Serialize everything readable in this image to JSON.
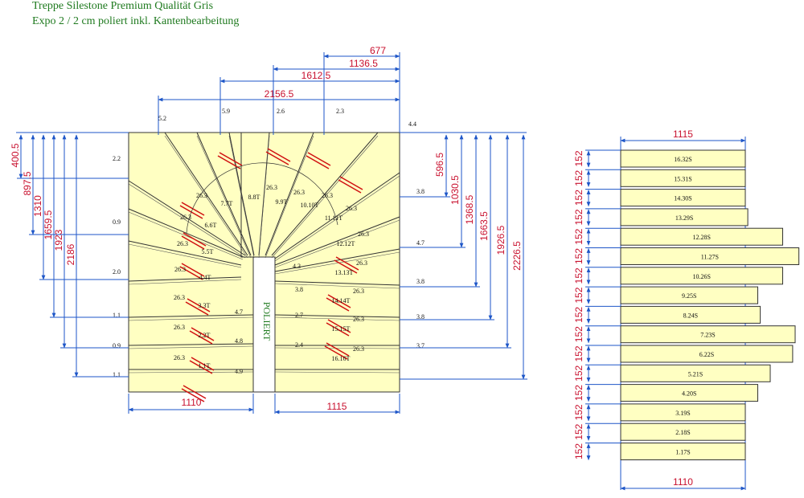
{
  "header": {
    "line1": "Treppe Silestone Premium Qualität Gris",
    "line2": "Expo 2 / 2 cm poliert inkl. Kantenbearbeitung"
  },
  "colors": {
    "title": "#1f7a1f",
    "dimension_text": "#c8102e",
    "dimension_lines": "#1e56c8",
    "stone_fill": "#ffffc2",
    "cut_marks": "#d01010"
  },
  "plan": {
    "center_label": "POLIERT",
    "top_dims": [
      "677",
      "1136.5",
      "1612.5",
      "2156.5"
    ],
    "top_edge_labels": [
      "5.2",
      "5.9",
      "2.6",
      "2.3",
      "4.4"
    ],
    "left_dims": [
      "400.5",
      "897.5",
      "1310",
      "1659.5",
      "1923",
      "2186"
    ],
    "right_dims": [
      "596.5",
      "1030.5",
      "1368.5",
      "1663.5",
      "1926.5",
      "2226.5"
    ],
    "left_edge_labels": [
      "2.2",
      "0.9",
      "2.0",
      "1.1",
      "0.9",
      "1.1"
    ],
    "right_edge_labels": [
      "3.8",
      "4.7",
      "3.8",
      "3.8",
      "3.7"
    ],
    "bottom_dims": [
      "1110",
      "1115"
    ],
    "step_labels_left": [
      "1.1T",
      "2.2T",
      "3.3T",
      "4.4T",
      "5.5T",
      "6.6T",
      "7.7T"
    ],
    "step_labels_right": [
      "8.8T",
      "9.9T",
      "10.10T",
      "11.11T",
      "12.12T",
      "13.13T",
      "14.14T",
      "15.15T",
      "16.16T"
    ],
    "step_depth_label": "26.3",
    "inner_left_labels": [
      "4.9",
      "4.8",
      "4.7"
    ],
    "inner_right_labels": [
      "2.4",
      "2.7",
      "3.8",
      "4.3"
    ]
  },
  "risers": {
    "width_dim": "1115",
    "bottom_dim": "1110",
    "height_label": "152",
    "labels": [
      "16.32S",
      "15.31S",
      "14.30S",
      "13.29S",
      "12.28S",
      "11.27S",
      "10.26S",
      "9.25S",
      "8.24S",
      "7.23S",
      "6.22S",
      "5.21S",
      "4.20S",
      "3.19S",
      "2.18S",
      "1.17S"
    ],
    "relative_widths": [
      1.0,
      1.0,
      1.0,
      1.02,
      1.3,
      1.43,
      1.3,
      1.1,
      1.12,
      1.4,
      1.38,
      1.2,
      1.1,
      1.0,
      1.0,
      1.0
    ]
  }
}
